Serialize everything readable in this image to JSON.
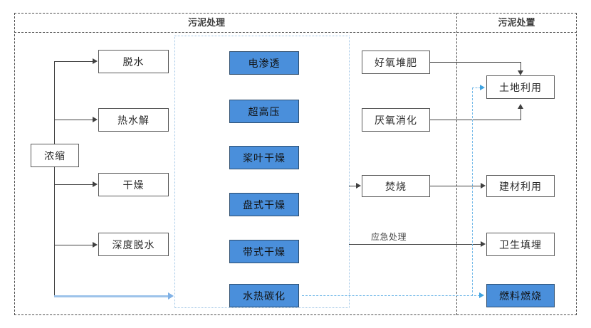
{
  "diagram": {
    "type": "flowchart",
    "title_lanes": [
      {
        "id": "lane-1",
        "label": "污泥处理"
      },
      {
        "id": "lane-2",
        "label": "污泥处置"
      }
    ],
    "source_node": {
      "label": "浓缩"
    },
    "treatment_nodes": [
      {
        "label": "脱水"
      },
      {
        "label": "热水解"
      },
      {
        "label": "干燥"
      },
      {
        "label": "深度脱水"
      }
    ],
    "technology_nodes": [
      {
        "label": "电渗透"
      },
      {
        "label": "超高压"
      },
      {
        "label": "桨叶干燥"
      },
      {
        "label": "盘式干燥"
      },
      {
        "label": "带式干燥"
      },
      {
        "label": "水热碳化"
      }
    ],
    "stabilization_nodes": [
      {
        "label": "好氧堆肥"
      },
      {
        "label": "厌氧消化"
      },
      {
        "label": "焚烧"
      }
    ],
    "disposal_nodes": [
      {
        "label": "土地利用"
      },
      {
        "label": "建材利用"
      },
      {
        "label": "卫生填埋"
      },
      {
        "label": "燃料燃烧"
      }
    ],
    "edge_labels": [
      {
        "label": "应急处理"
      }
    ],
    "colors": {
      "blue_fill": "#4a8fdb",
      "blue_border": "#2d4d6e",
      "dashed_frame": "#4a4a4a",
      "tech_box_border": "#9cc3e5",
      "light_blue_arrow": "#9dc3ea",
      "cyan_dashed": "#6fb7e8",
      "line": "#404040",
      "node_border": "#5a5a5a",
      "text": "#2a2a2a",
      "title_text": "#3f3f3f",
      "background": "#ffffff"
    }
  }
}
